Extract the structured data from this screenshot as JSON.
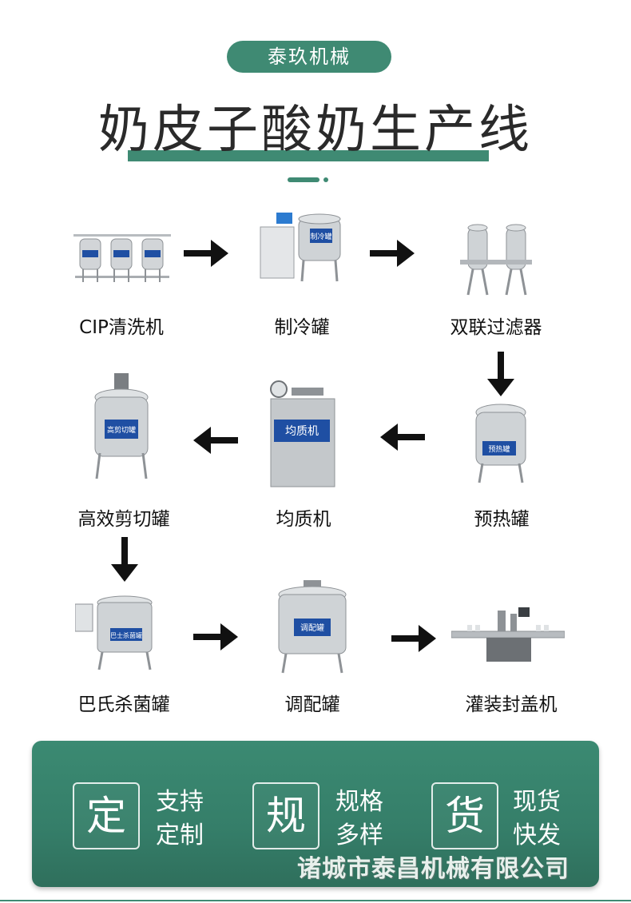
{
  "brand": "泰玖机械",
  "title": "奶皮子酸奶生产线",
  "machines": [
    {
      "label": "CIP清洗机",
      "tank_label": ""
    },
    {
      "label": "制冷罐",
      "tank_label": "制冷罐"
    },
    {
      "label": "双联过滤器",
      "tank_label": ""
    },
    {
      "label": "预热罐",
      "tank_label": "预热罐"
    },
    {
      "label": "均质机",
      "tank_label": "均质机"
    },
    {
      "label": "高效剪切罐",
      "tank_label": "高剪切罐"
    },
    {
      "label": "巴氏杀菌罐",
      "tank_label": "巴士杀菌罐"
    },
    {
      "label": "调配罐",
      "tank_label": "调配罐"
    },
    {
      "label": "灌装封盖机",
      "tank_label": ""
    }
  ],
  "features": [
    {
      "char": "定",
      "line1": "支持",
      "line2": "定制"
    },
    {
      "char": "规",
      "line1": "规格",
      "line2": "多样"
    },
    {
      "char": "货",
      "line1": "现货",
      "line2": "快发"
    }
  ],
  "company": "诸城市泰昌机械有限公司",
  "colors": {
    "accent": "#3f8a73",
    "panel": "#357e69",
    "steel": "#c9ccd0",
    "plate": "#1f4fa3"
  }
}
